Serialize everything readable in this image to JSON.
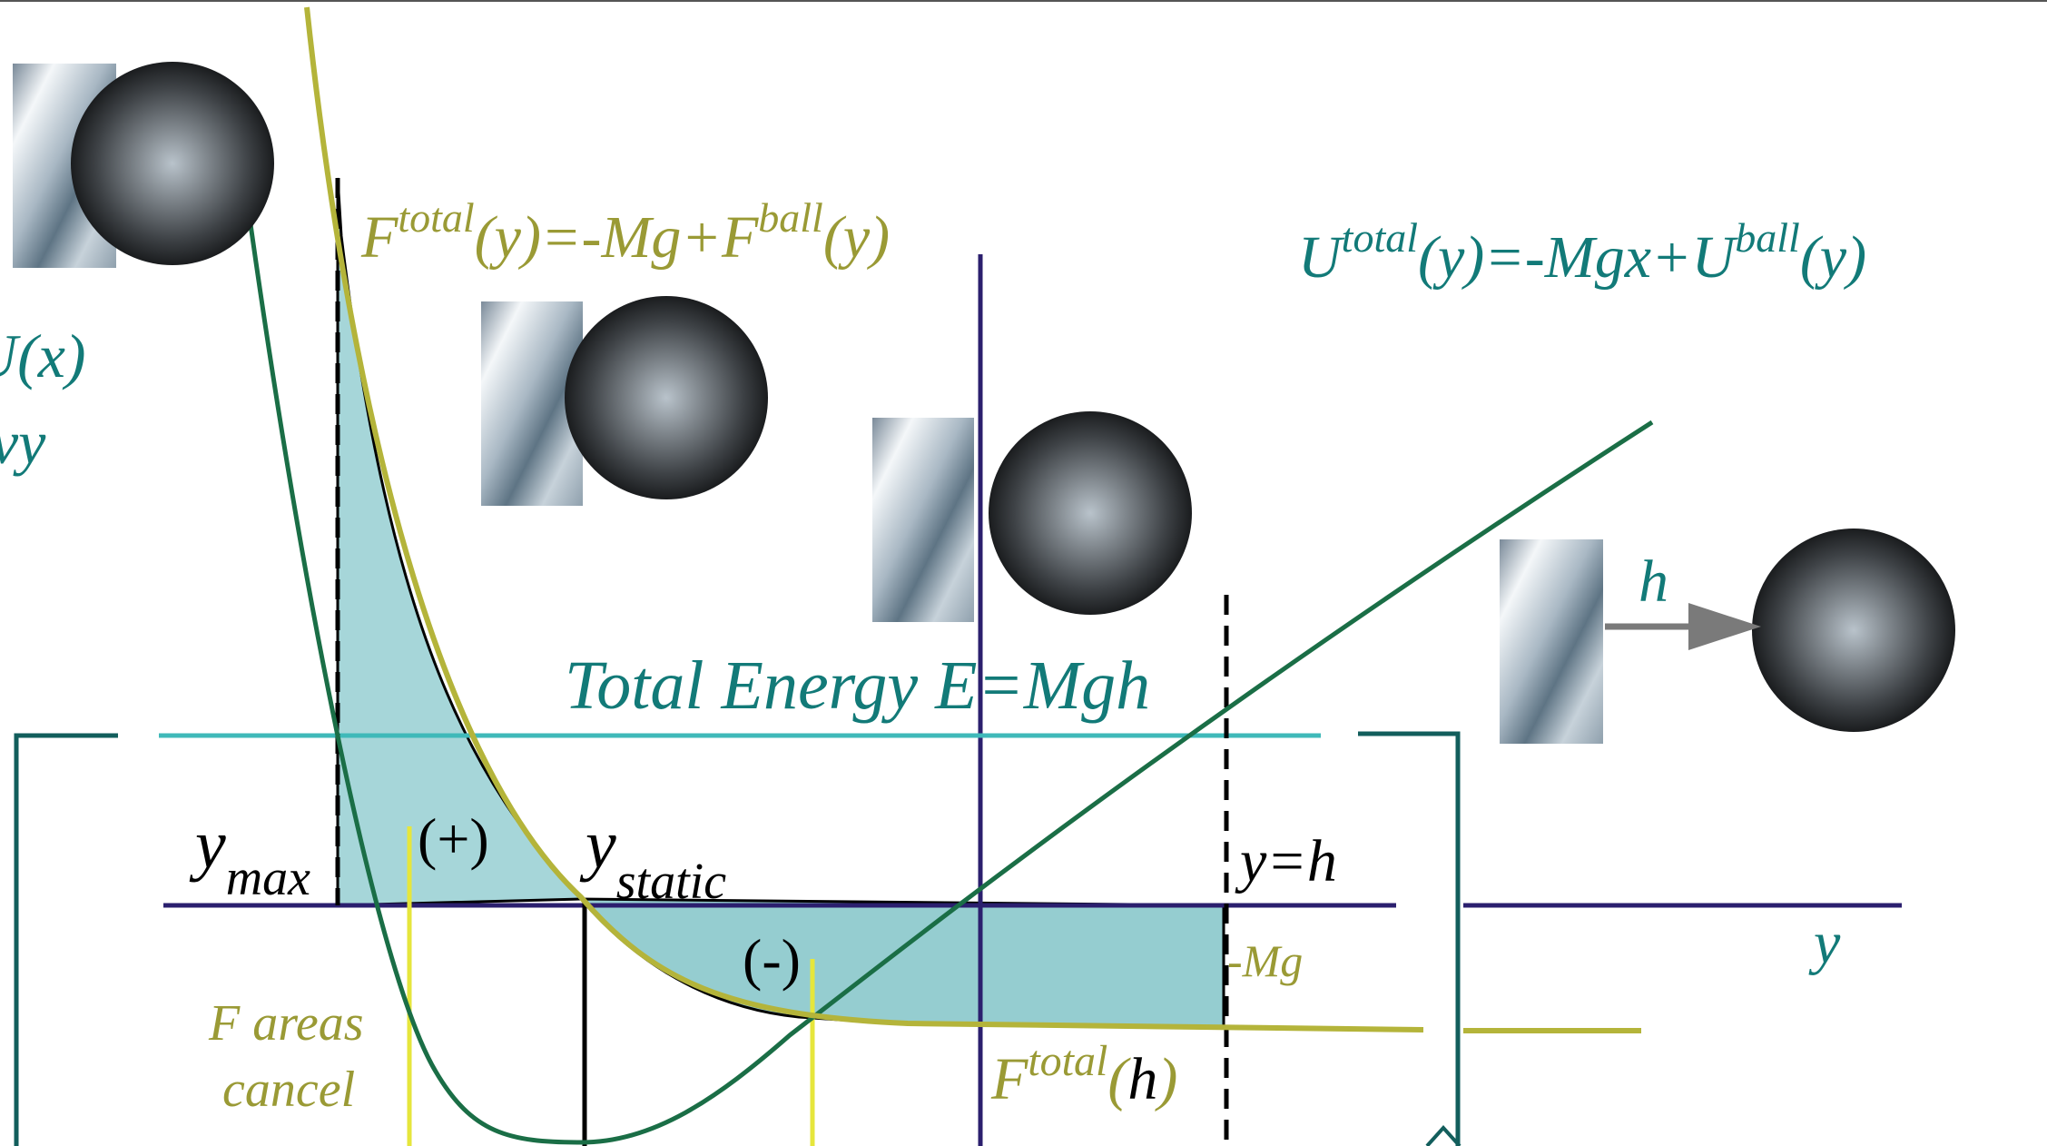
{
  "colors": {
    "olive": "#9a9a35",
    "teal": "#127a78",
    "navy": "#2b1f6e",
    "green": "#1a6e46",
    "cyan": "#3fb9b9",
    "fill": "#a6d6d9",
    "yellow": "#e6e63c",
    "arrow": "#7a7a7a"
  },
  "labels": {
    "f_total_F": "F",
    "f_total_sup": "total",
    "f_total_mid": "(y)=-Mg+F",
    "f_total_sup2": "ball",
    "f_total_end": "(y)",
    "u_total_U": "U",
    "u_total_sup": "total",
    "u_total_mid": "(y)=-Mgx+U",
    "u_total_sup2": "ball",
    "u_total_end": "(y)",
    "u_left_1": "U(x)",
    "u_left_2": "vy",
    "total_energy": "Total Energy E=Mgh",
    "y_max_y": "y",
    "y_max_sub": "max",
    "plus": "(+)",
    "y_static_y": "y",
    "y_static_sub": "static",
    "minus": "(-)",
    "y_eq_h": "y=h",
    "neg_mg": "-Mg",
    "y_axis": "y",
    "h_label": "h",
    "f_areas_1": "F areas",
    "f_areas_2": "cancel",
    "f_total_h_F": "F",
    "f_total_h_sup": "total",
    "f_total_h_open": "(",
    "f_total_h_h": "h",
    "f_total_h_close": ")"
  }
}
